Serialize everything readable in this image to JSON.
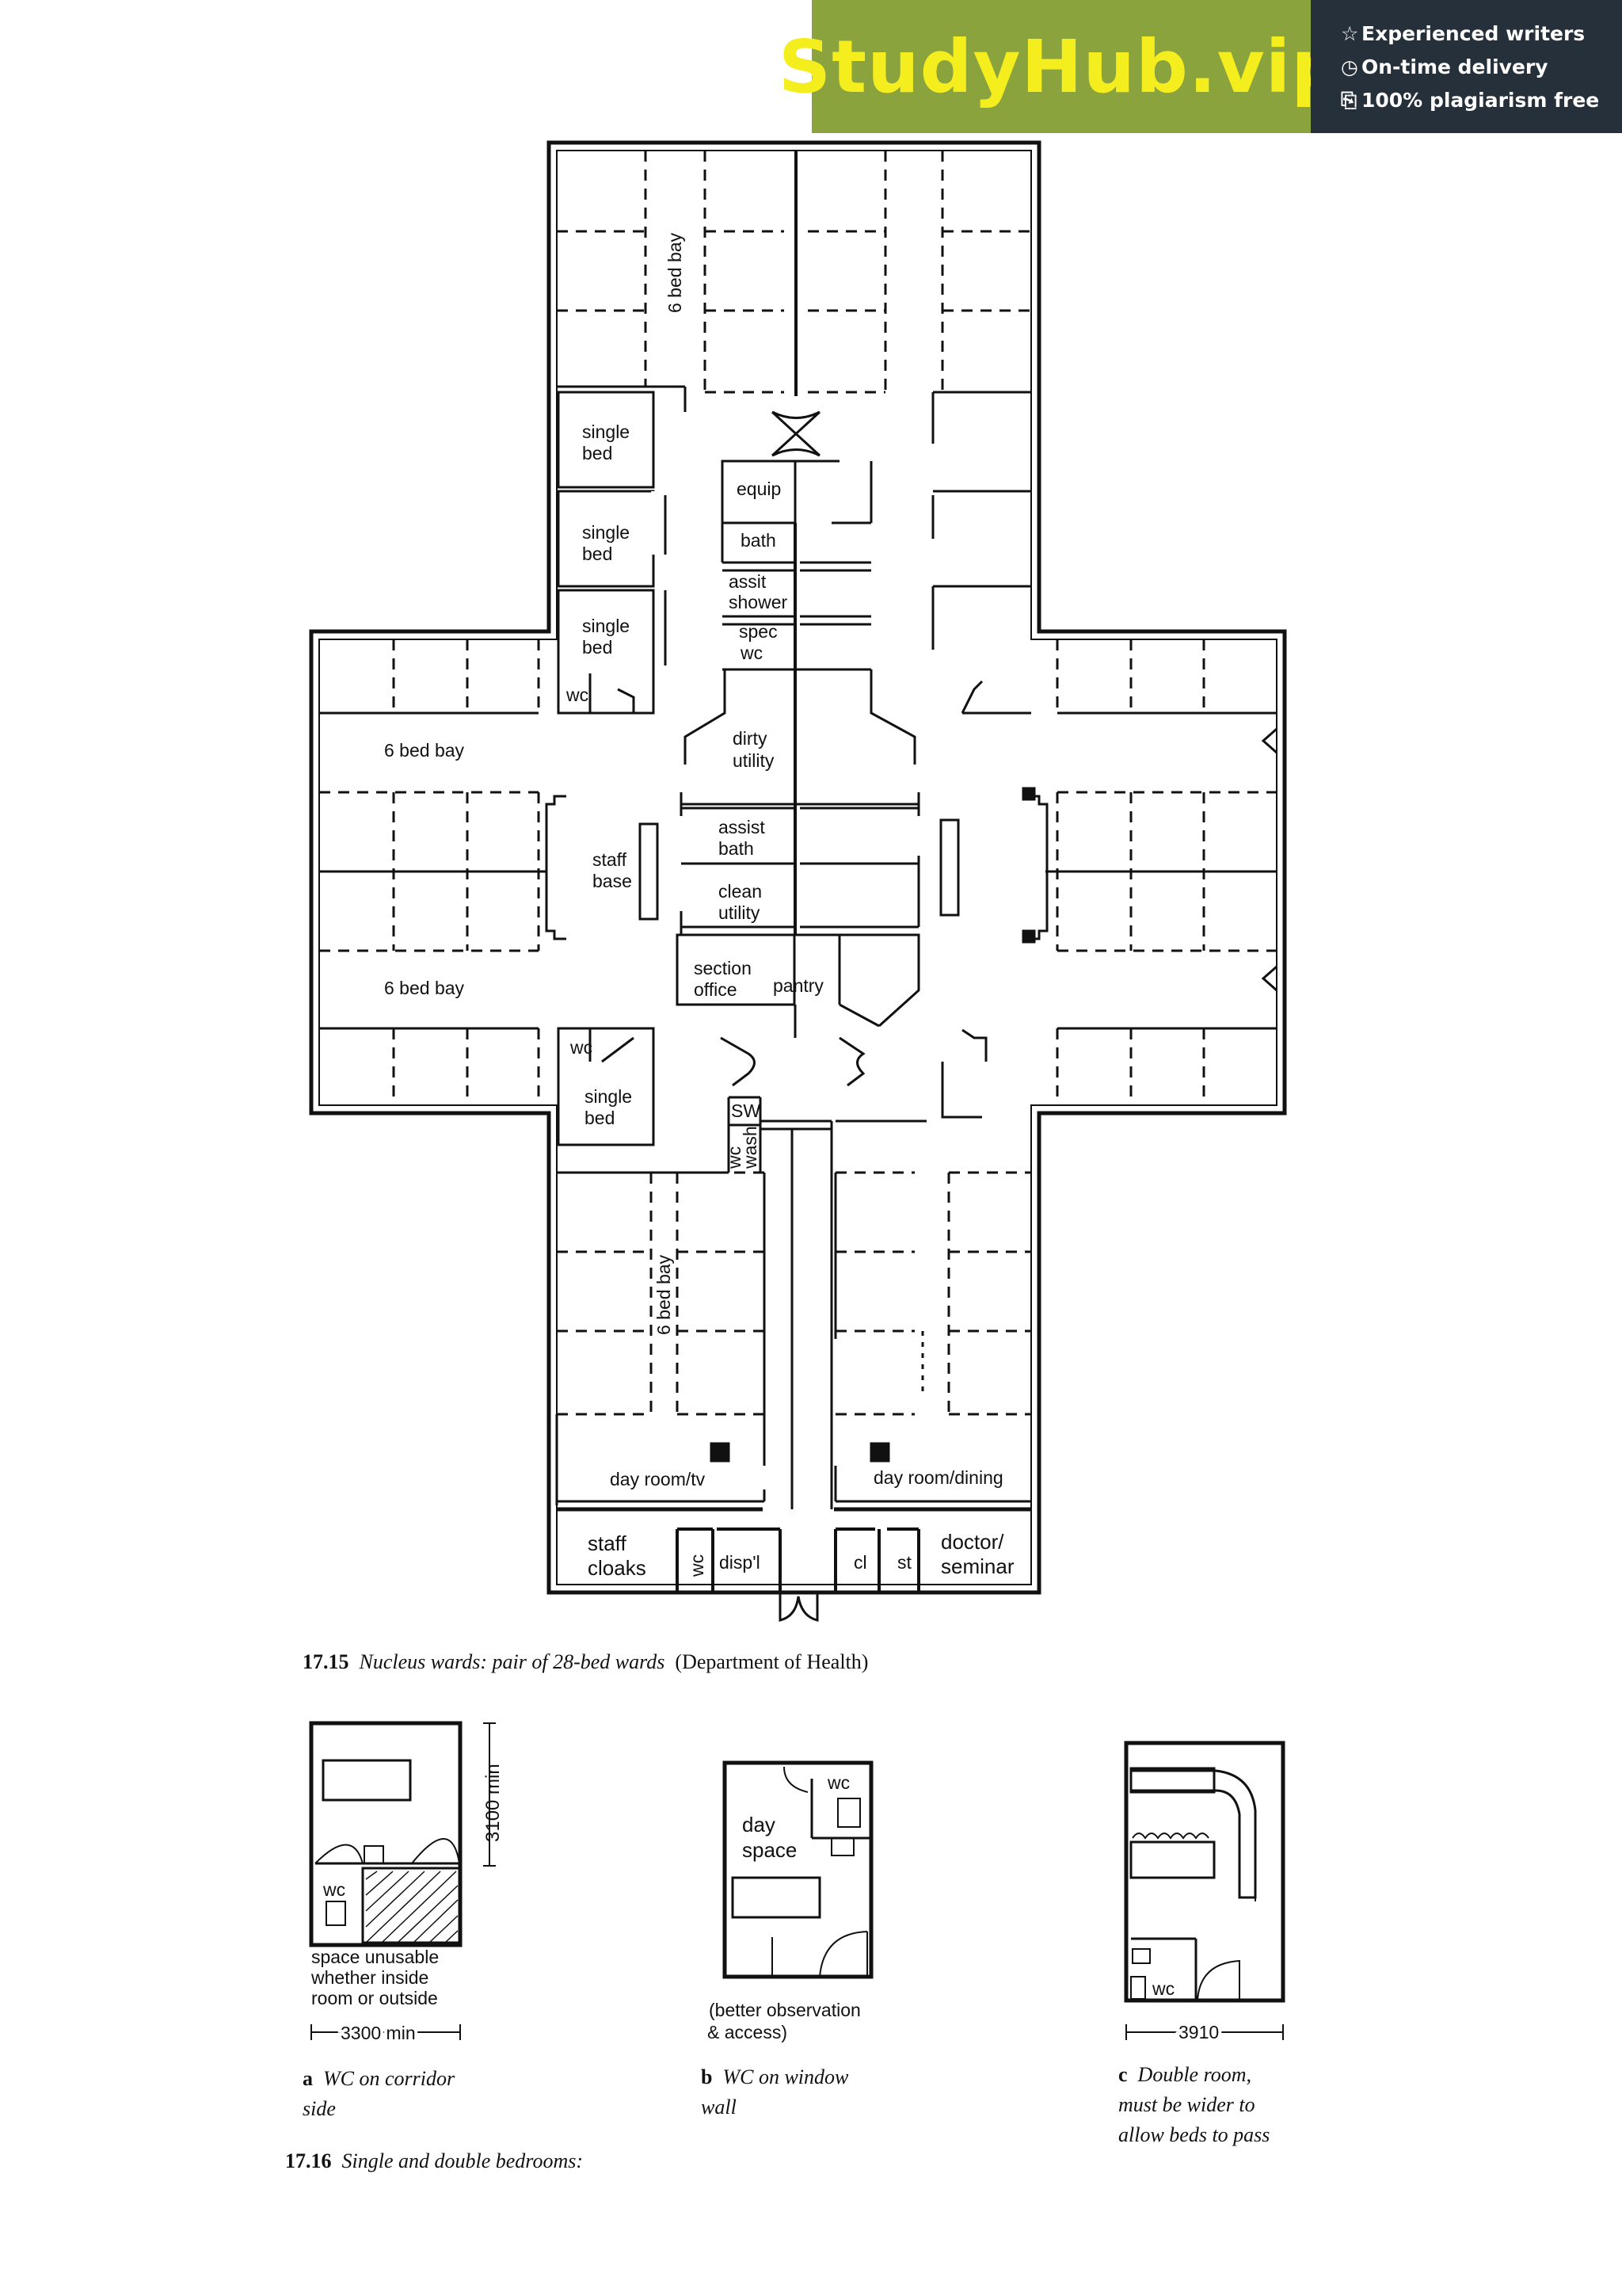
{
  "banner": {
    "brand": "StudyHub.vip",
    "features": [
      "Experienced writers",
      "On-time delivery",
      "100% plagiarism free"
    ],
    "feature_icons": [
      "star-icon",
      "clock-icon",
      "document-icon"
    ],
    "colors": {
      "brand_bg": "#8aa33c",
      "brand_text": "#f5ee1e",
      "panel_bg": "#25303a"
    }
  },
  "plan": {
    "labels": {
      "bay_top": "6 bed bay",
      "single1a": "single",
      "single1b": "bed",
      "single2a": "single",
      "single2b": "bed",
      "single3a": "single",
      "single3b": "bed",
      "wc_upper": "wc",
      "bay_left_upper": "6 bed bay",
      "equip": "equip",
      "bath": "bath",
      "assit1": "assit",
      "assit2": "shower",
      "spec1": "spec",
      "spec2": "wc",
      "dirty1": "dirty",
      "dirty2": "utility",
      "staff1": "staff",
      "staff2": "base",
      "assist1": "assist",
      "assist2": "bath",
      "clean1": "clean",
      "clean2": "utility",
      "section1": "section",
      "section2": "office",
      "pantry": "pantry",
      "bay_left_lower": "6 bed bay",
      "wc_lower": "wc",
      "single4a": "single",
      "single4b": "bed",
      "sw": "SW",
      "wcwash_a": "wc",
      "wcwash_b": "wash",
      "bay_bottom": "6 bed bay",
      "day_tv": "day room/tv",
      "day_dining": "day room/dining",
      "cloaks1": "staff",
      "cloaks2": "cloaks",
      "wc_bottom": "wc",
      "displ": "disp'l",
      "cl": "cl",
      "st": "st",
      "doctor1": "doctor/",
      "doctor2": "seminar"
    }
  },
  "caption_main": {
    "number": "17.15",
    "text": "Nucleus wards: pair of 28-bed wards",
    "source": "(Department of Health)"
  },
  "figure_a": {
    "dimension_v": "3100 min",
    "wc": "wc",
    "note": [
      "space  unusable",
      "whether  inside",
      "room  or  outside"
    ],
    "dimension_h": "3300  min",
    "caption_letter": "a",
    "caption": [
      "WC  on  corridor",
      "side"
    ]
  },
  "figure_b": {
    "wc": "wc",
    "day1": "day",
    "day2": "space",
    "note": [
      "(better  observation",
      "&  access)"
    ],
    "caption_letter": "b",
    "caption": [
      "WC  on  window",
      "wall"
    ]
  },
  "figure_c": {
    "wc": "wc",
    "dimension_h": "3910",
    "caption_letter": "c",
    "caption": [
      "Double  room,",
      "must  be  wider  to",
      "allow  beds  to  pass"
    ]
  },
  "caption_bottom": {
    "number": "17.16",
    "text": "Single  and  double  bedrooms:"
  }
}
